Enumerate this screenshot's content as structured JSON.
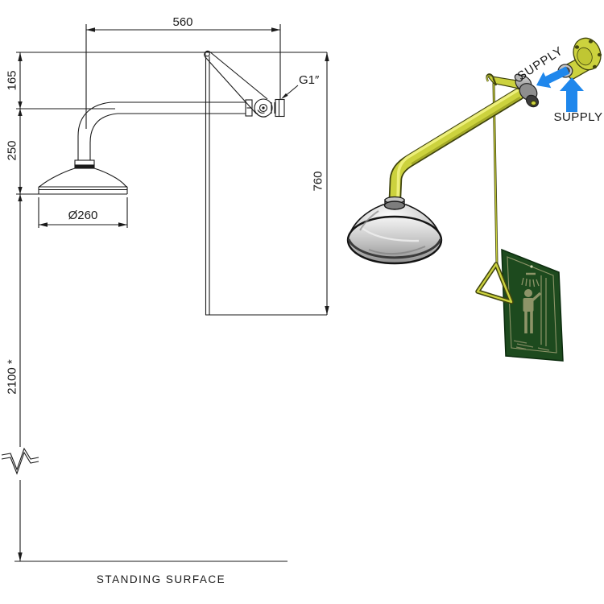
{
  "drawing": {
    "dims": {
      "arm_length": "560",
      "top_offset": "165",
      "head_drop": "250",
      "head_diameter": "Ø260",
      "rod_length": "760",
      "install_height": "2100 *",
      "connection_size": "G1″",
      "floor_label": "STANDING SURFACE"
    }
  },
  "illustration": {
    "supply_label_angled": "SUPPLY",
    "supply_label_horizontal": "SUPPLY",
    "colors": {
      "pipe_yellow": "#ccd23e",
      "pipe_outline": "#3f430d",
      "arrow_blue": "#1f87ec",
      "sign_green": "#1d4a1e",
      "sign_pictogram": "#8d9468",
      "steel_grey": "#c7c7c7",
      "line_black": "#1a1a1a"
    }
  }
}
